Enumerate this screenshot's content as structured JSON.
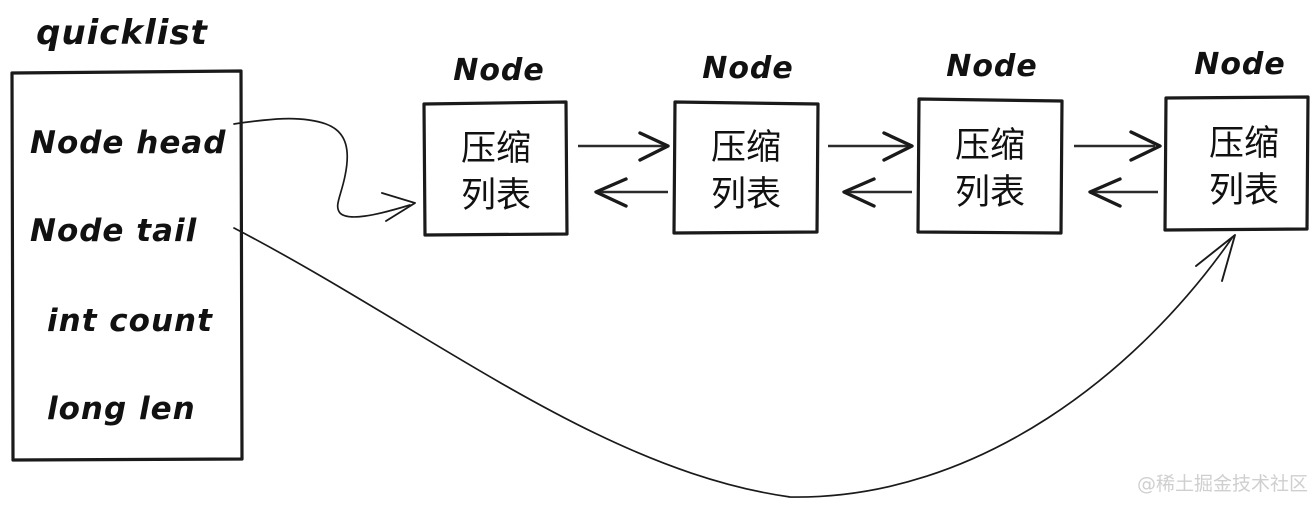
{
  "diagram": {
    "title_label": "quicklist",
    "watermark": "@稀土掘金技术社区",
    "struct": {
      "name": "quicklist",
      "fields": [
        {
          "text": "Node head"
        },
        {
          "text": "Node tail"
        },
        {
          "text": "int count"
        },
        {
          "text": "long len"
        }
      ]
    },
    "nodes": [
      {
        "label": "Node",
        "line1": "压缩",
        "line2": "列表"
      },
      {
        "label": "Node",
        "line1": "压缩",
        "line2": "列表"
      },
      {
        "label": "Node",
        "line1": "压缩",
        "line2": "列表"
      },
      {
        "label": "Node",
        "line1": "压缩",
        "line2": "列表"
      }
    ],
    "connectors": {
      "head_pointer": "Node head -> first Node",
      "tail_pointer": "Node tail -> last Node",
      "forward": "next",
      "backward": "prev"
    },
    "colors": {
      "ink": "#1a1a1a",
      "background": "#ffffff",
      "watermark": "#cfcfcf"
    }
  }
}
